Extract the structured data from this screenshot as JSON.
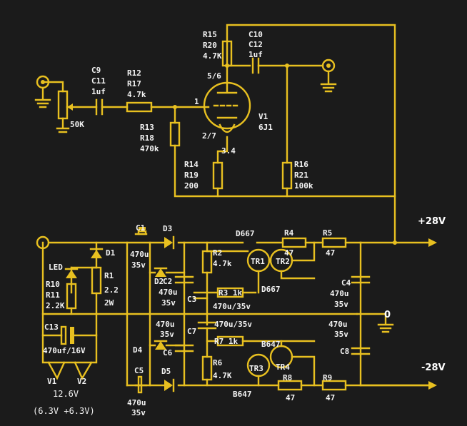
{
  "preamp": {
    "c9": "C9",
    "c11": "C11",
    "c9_val": "1uf",
    "r12": "R12",
    "r17": "R17",
    "r12_val": "4.7k",
    "pot_val": "50K",
    "r13": "R13",
    "r18": "R18",
    "r13_val": "470k",
    "r15": "R15",
    "r20": "R20",
    "r15_val": "4.7K",
    "c10": "C10",
    "c12": "C12",
    "c10_val": "1uf",
    "pin56": "5/6",
    "pin1": "1",
    "pin27": "2/7",
    "pin34": "3.4",
    "v1": "V1",
    "v1_type": "6J1",
    "r14": "R14",
    "r19": "R19",
    "r14_val": "200",
    "r16": "R16",
    "r21": "R21",
    "r16_val": "100k"
  },
  "psu": {
    "plus28": "+28V",
    "minus28": "-28V",
    "zero": "0",
    "d667_top": "D667",
    "d667_bot": "D667",
    "r4": "R4",
    "r4_val": "47",
    "r5": "R5",
    "r5_val": "47",
    "r2": "R2",
    "r2_val": "4.7k",
    "tr1": "TR1",
    "tr2": "TR2",
    "r3": "R3 1k",
    "c3": "C3",
    "c3_val": "470u/35v",
    "c4": "C4",
    "c4_val1": "470u",
    "c4_val2": "35v",
    "c7": "C7",
    "c7_val": "470u/35v",
    "c8r_val1": "470u",
    "c8r_val2": "35v",
    "c8r": "C8",
    "r7": "R7 1k",
    "b647_top": "B647",
    "r6": "R6",
    "r6_val": "4.7K",
    "tr3": "TR3",
    "tr4": "TR4",
    "b647_bot": "B647",
    "r8": "R8",
    "r8_val": "47",
    "r9": "R9",
    "r9_val": "47",
    "c1": "C1",
    "c1_val1": "470u",
    "c1_val2": "35v",
    "d3": "D3",
    "d2": "D2",
    "c2": "C2",
    "c2_val1": "470u",
    "c2_val2": "35v",
    "c6_val1": "470u",
    "c6_val2": "35v",
    "d4": "D4",
    "c6": "C6",
    "c5": "C5",
    "c5_val1": "470u",
    "c5_val2": "35v",
    "d5": "D5",
    "d1": "D1",
    "led": "LED",
    "r10": "R10",
    "r11": "R11",
    "r10_val": "2.2K",
    "r1": "R1",
    "r1_val": "2.2",
    "r1_w": "2W",
    "c13": "C13",
    "c13_val": "470uf/16V",
    "v1": "V1",
    "v2": "V2",
    "supply": "12.6V",
    "supply_note": "(6.3V +6.3V)"
  }
}
